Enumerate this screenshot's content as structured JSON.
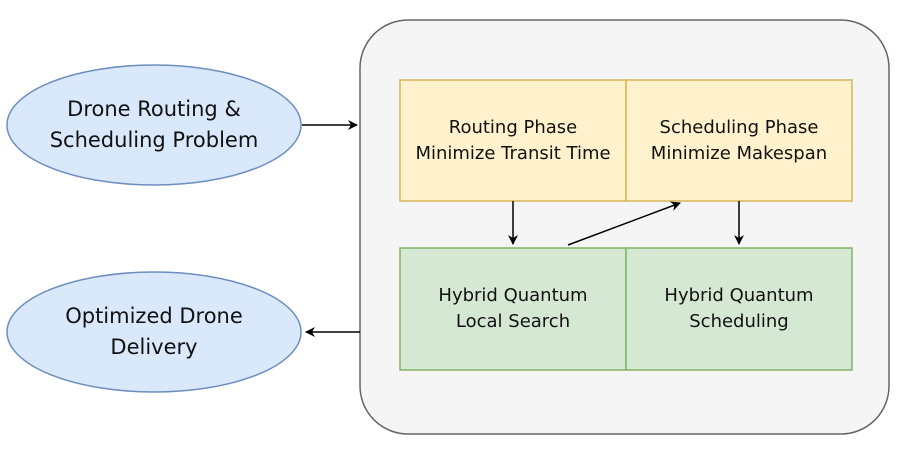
{
  "colors": {
    "ellipse_fill": "#dae8fc",
    "ellipse_stroke": "#6c8ebf",
    "container_fill": "#f5f5f5",
    "container_stroke": "#666666",
    "yellow_fill": "#fff2cc",
    "yellow_stroke": "#d6b656",
    "green_fill": "#d5e8d4",
    "green_stroke": "#82b366",
    "arrow": "#000000"
  },
  "inputs": {
    "problem": "Drone Routing &\nScheduling Problem"
  },
  "outputs": {
    "result": "Optimized Drone\nDelivery"
  },
  "phases": {
    "routing": "Routing Phase\nMinimize Transit Time",
    "scheduling": "Scheduling Phase\nMinimize Makespan"
  },
  "methods": {
    "local_search": "Hybrid Quantum\nLocal Search",
    "hq_scheduling": "Hybrid Quantum\nScheduling"
  }
}
